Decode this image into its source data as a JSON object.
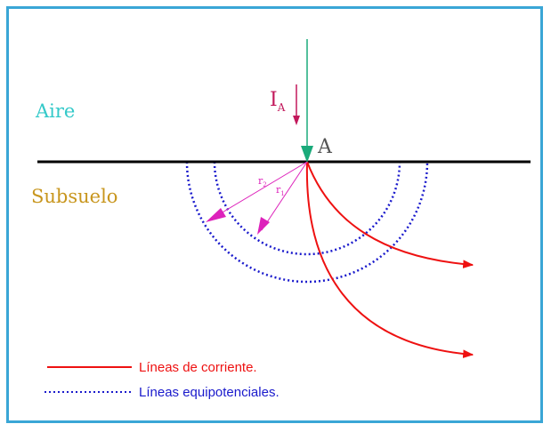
{
  "labels": {
    "air": "Aire",
    "subsoil": "Subsuelo",
    "current_I": "I",
    "current_sub": "A",
    "point": "A",
    "r2_main": "r",
    "r2_sub": "2",
    "r1_main": "r",
    "r1_sub": "1"
  },
  "legend": {
    "current_lines": "Líneas de corriente.",
    "equipotential_lines": "Líneas equipotenciales."
  },
  "colors": {
    "frame": "#3aa6d6",
    "air_text": "#33c9c9",
    "subsoil_text": "#c8961e",
    "current_label": "#c2185b",
    "current_arrow": "#c2185b",
    "input_line": "#1aaa7a",
    "ground_line": "#000000",
    "current_lines": "#ee1111",
    "equipotential_lines": "#1a1acc",
    "radius_vectors": "#dd22bb",
    "point_label": "#555555"
  }
}
